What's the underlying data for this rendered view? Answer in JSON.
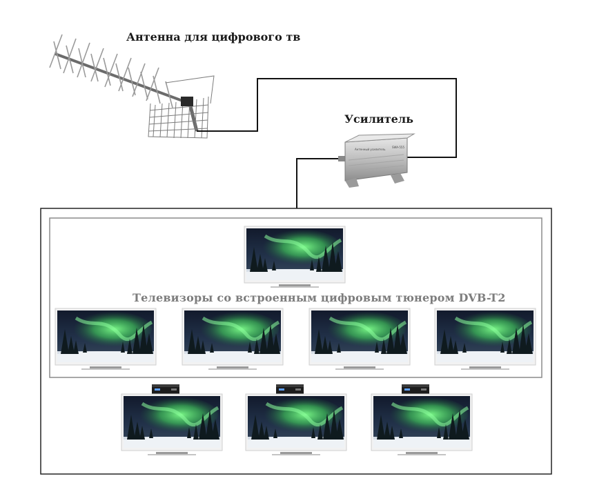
{
  "labels": {
    "antenna": "Антенна для цифрового тв",
    "amplifier": "Усилитель",
    "tvs_builtin": "Телевизоры со встроенным цифровым тюнером DVB-T2"
  },
  "amplifier_device": {
    "brand_text": "Антенный усилитель",
    "model_text": "SWA-555"
  },
  "colors": {
    "cable": "#111111",
    "outer_frame": "#222222",
    "inner_frame": "#8a8a8a",
    "tv_sky_top": "#1b2235",
    "aurora": "#4fd66a",
    "snow": "#dfe6ee"
  },
  "tv_groups": [
    {
      "group": "builtin-tuner-top",
      "count": 1,
      "has_set_top_box": false
    },
    {
      "group": "builtin-tuner-row",
      "count": 4,
      "has_set_top_box": false
    },
    {
      "group": "external-receiver-row",
      "count": 3,
      "has_set_top_box": true
    }
  ]
}
